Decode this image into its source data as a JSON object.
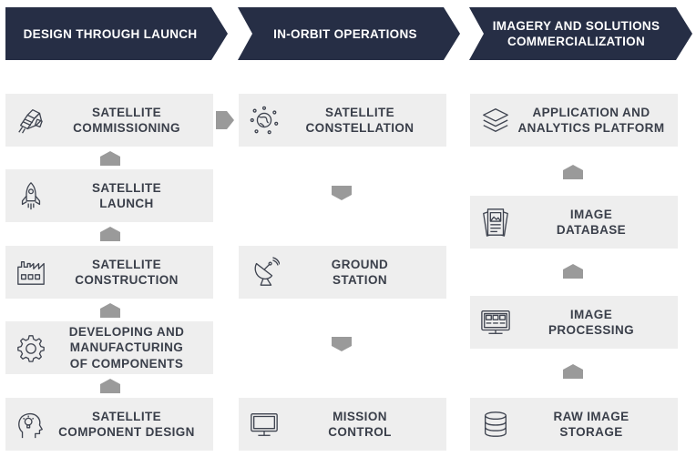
{
  "colors": {
    "banner_bg": "#262e45",
    "box_bg": "#eeeeee",
    "arrow": "#9a9a9a",
    "text": "#3a3f4a",
    "icon": "#3f4450"
  },
  "columns": [
    {
      "header": "DESIGN THROUGH LAUNCH",
      "items": [
        {
          "label": "SATELLITE\nCOMMISSIONING",
          "icon": "satellite-icon"
        },
        {
          "label": "SATELLITE\nLAUNCH",
          "icon": "rocket-icon"
        },
        {
          "label": "SATELLITE\nCONSTRUCTION",
          "icon": "factory-icon"
        },
        {
          "label": "DEVELOPING AND\nMANUFACTURING\nOF COMPONENTS",
          "icon": "gear-icon"
        },
        {
          "label": "SATELLITE\nCOMPONENT DESIGN",
          "icon": "head-idea-icon"
        }
      ]
    },
    {
      "header": "IN-ORBIT OPERATIONS",
      "items": [
        {
          "label": "SATELLITE\nCONSTELLATION",
          "icon": "globe-constellation-icon"
        },
        {
          "label": "GROUND\nSTATION",
          "icon": "satellite-dish-icon"
        },
        {
          "label": "MISSION\nCONTROL",
          "icon": "monitor-icon"
        }
      ]
    },
    {
      "header": "IMAGERY AND SOLUTIONS\nCOMMERCIALIZATION",
      "items": [
        {
          "label": "APPLICATION AND\nANALYTICS PLATFORM",
          "icon": "layers-icon"
        },
        {
          "label": "IMAGE\nDATABASE",
          "icon": "image-stack-icon"
        },
        {
          "label": "IMAGE\nPROCESSING",
          "icon": "processing-monitor-icon"
        },
        {
          "label": "RAW IMAGE\nSTORAGE",
          "icon": "database-icon"
        }
      ]
    }
  ]
}
